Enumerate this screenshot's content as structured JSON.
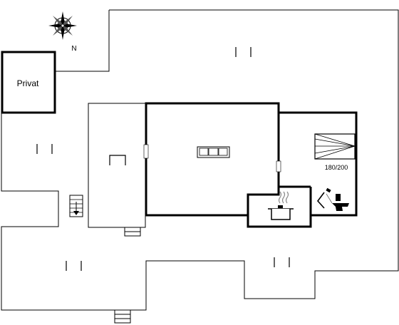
{
  "compass": {
    "north_label": "N",
    "icon": "compass-rose-icon"
  },
  "rooms": {
    "privat_label": "Privat",
    "bed_size_label": "180/200"
  },
  "icons": {
    "sofa": "sofa-icon",
    "kitchen": "cooking-pot-icon",
    "shower": "shower-icon",
    "toilet": "toilet-icon",
    "bed": "double-bed-icon",
    "stairs": "stairs-down-icon",
    "steps": "entrance-steps-icon",
    "table": "table-icon",
    "window": "window-icon"
  },
  "colors": {
    "line": "#000000",
    "background": "#ffffff"
  }
}
